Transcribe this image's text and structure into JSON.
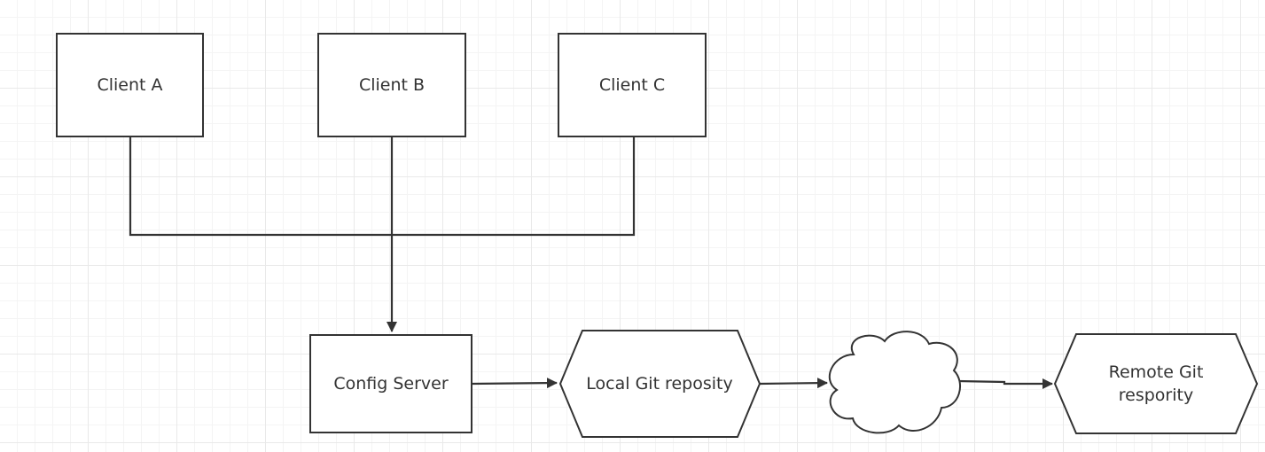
{
  "diagram": {
    "nodes": {
      "client_a": {
        "label": "Client A"
      },
      "client_b": {
        "label": "Client B"
      },
      "client_c": {
        "label": "Client C"
      },
      "config_server": {
        "label": "Config Server"
      },
      "local_git": {
        "label": "Local Git reposity"
      },
      "cloud": {
        "label": ""
      },
      "remote_git": {
        "label_line1": "Remote Git",
        "label_line2": "respority"
      }
    },
    "edges": [
      {
        "from": "Client A",
        "to": "Config Server"
      },
      {
        "from": "Client B",
        "to": "Config Server"
      },
      {
        "from": "Client C",
        "to": "Config Server"
      },
      {
        "from": "Config Server",
        "to": "Local Git reposity"
      },
      {
        "from": "Local Git reposity",
        "to": "cloud"
      },
      {
        "from": "cloud",
        "to": "Remote Git respority"
      }
    ],
    "colors": {
      "stroke": "#333333",
      "fill": "#ffffff",
      "grid": "#e9e9e9",
      "text": "#333333"
    }
  }
}
